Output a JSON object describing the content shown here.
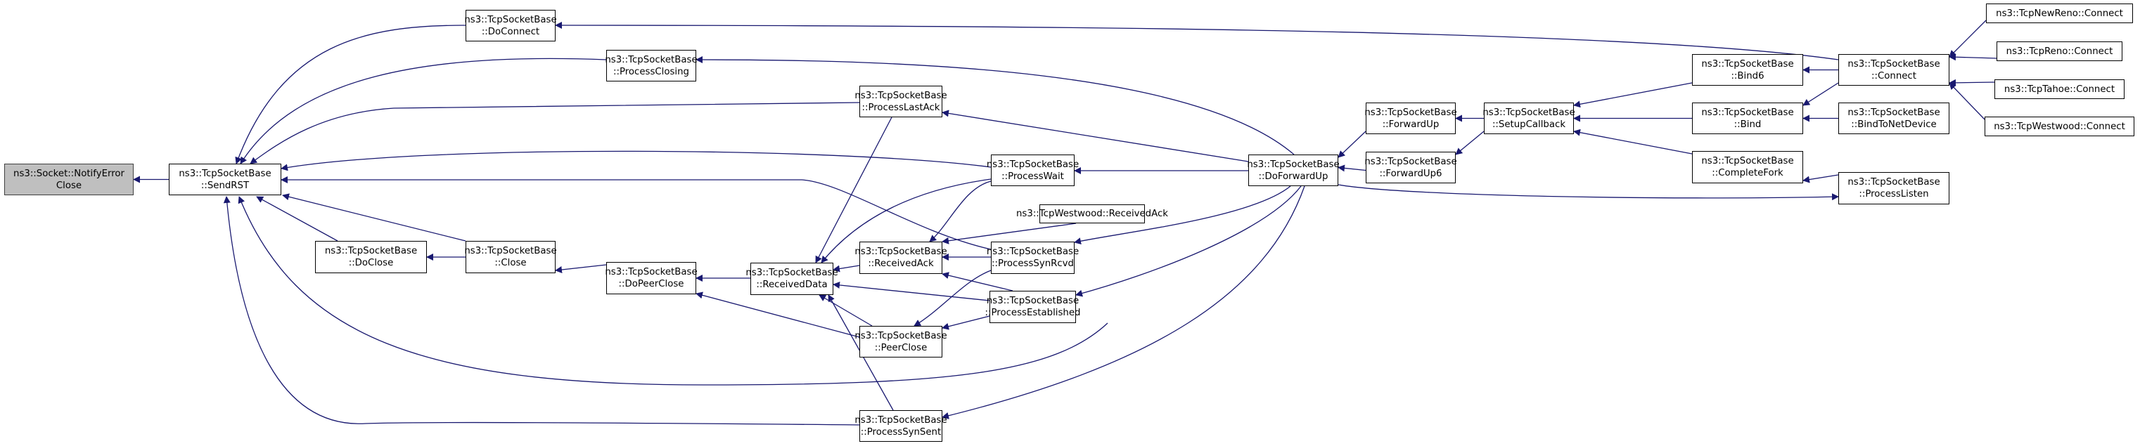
{
  "diagram": {
    "type": "caller-graph",
    "edge_color": "#191970",
    "root_fill": "#bfbfbf",
    "nodes": [
      {
        "id": "notify_error_close",
        "lines": [
          "ns3::Socket::NotifyError",
          "Close"
        ],
        "root": true
      },
      {
        "id": "send_rst",
        "lines": [
          "ns3::TcpSocketBase",
          "::SendRST"
        ]
      },
      {
        "id": "do_connect",
        "lines": [
          "ns3::TcpSocketBase",
          "::DoConnect"
        ]
      },
      {
        "id": "process_closing",
        "lines": [
          "ns3::TcpSocketBase",
          "::ProcessClosing"
        ]
      },
      {
        "id": "process_last_ack",
        "lines": [
          "ns3::TcpSocketBase",
          "::ProcessLastAck"
        ]
      },
      {
        "id": "process_wait",
        "lines": [
          "ns3::TcpSocketBase",
          "::ProcessWait"
        ]
      },
      {
        "id": "do_close",
        "lines": [
          "ns3::TcpSocketBase",
          "::DoClose"
        ]
      },
      {
        "id": "close",
        "lines": [
          "ns3::TcpSocketBase",
          "::Close"
        ]
      },
      {
        "id": "do_peer_close",
        "lines": [
          "ns3::TcpSocketBase",
          "::DoPeerClose"
        ]
      },
      {
        "id": "received_data",
        "lines": [
          "ns3::TcpSocketBase",
          "::ReceivedData"
        ]
      },
      {
        "id": "received_ack",
        "lines": [
          "ns3::TcpSocketBase",
          "::ReceivedAck"
        ]
      },
      {
        "id": "westwood_received_ack",
        "lines": [
          "ns3::TcpWestwood::ReceivedAck"
        ]
      },
      {
        "id": "process_syn_rcvd",
        "lines": [
          "ns3::TcpSocketBase",
          "::ProcessSynRcvd"
        ]
      },
      {
        "id": "process_established",
        "lines": [
          "ns3::TcpSocketBase",
          "::ProcessEstablished"
        ]
      },
      {
        "id": "peer_close",
        "lines": [
          "ns3::TcpSocketBase",
          "::PeerClose"
        ]
      },
      {
        "id": "process_syn_sent",
        "lines": [
          "ns3::TcpSocketBase",
          "::ProcessSynSent"
        ]
      },
      {
        "id": "do_forward_up",
        "lines": [
          "ns3::TcpSocketBase",
          "::DoForwardUp"
        ]
      },
      {
        "id": "forward_up",
        "lines": [
          "ns3::TcpSocketBase",
          "::ForwardUp"
        ]
      },
      {
        "id": "forward_up6",
        "lines": [
          "ns3::TcpSocketBase",
          "::ForwardUp6"
        ]
      },
      {
        "id": "setup_callback",
        "lines": [
          "ns3::TcpSocketBase",
          "::SetupCallback"
        ]
      },
      {
        "id": "bind6",
        "lines": [
          "ns3::TcpSocketBase",
          "::Bind6"
        ]
      },
      {
        "id": "bind",
        "lines": [
          "ns3::TcpSocketBase",
          "::Bind"
        ]
      },
      {
        "id": "complete_fork",
        "lines": [
          "ns3::TcpSocketBase",
          "::CompleteFork"
        ]
      },
      {
        "id": "connect",
        "lines": [
          "ns3::TcpSocketBase",
          "::Connect"
        ]
      },
      {
        "id": "bind_to_net_device",
        "lines": [
          "ns3::TcpSocketBase",
          "::BindToNetDevice"
        ]
      },
      {
        "id": "process_listen",
        "lines": [
          "ns3::TcpSocketBase",
          "::ProcessListen"
        ]
      },
      {
        "id": "newreno_connect",
        "lines": [
          "ns3::TcpNewReno::Connect"
        ]
      },
      {
        "id": "reno_connect",
        "lines": [
          "ns3::TcpReno::Connect"
        ]
      },
      {
        "id": "tahoe_connect",
        "lines": [
          "ns3::TcpTahoe::Connect"
        ]
      },
      {
        "id": "westwood_connect",
        "lines": [
          "ns3::TcpWestwood::Connect"
        ]
      }
    ],
    "edges": [
      {
        "from": "send_rst",
        "to": "notify_error_close"
      },
      {
        "from": "do_connect",
        "to": "send_rst"
      },
      {
        "from": "process_closing",
        "to": "send_rst"
      },
      {
        "from": "process_last_ack",
        "to": "send_rst"
      },
      {
        "from": "process_wait",
        "to": "send_rst"
      },
      {
        "from": "process_syn_rcvd",
        "to": "send_rst"
      },
      {
        "from": "do_close",
        "to": "send_rst"
      },
      {
        "from": "close",
        "to": "send_rst"
      },
      {
        "from": "process_established",
        "to": "send_rst"
      },
      {
        "from": "process_syn_sent",
        "to": "send_rst"
      },
      {
        "from": "close",
        "to": "do_close"
      },
      {
        "from": "do_peer_close",
        "to": "close"
      },
      {
        "from": "received_data",
        "to": "do_peer_close"
      },
      {
        "from": "peer_close",
        "to": "do_peer_close"
      },
      {
        "from": "process_last_ack",
        "to": "received_data"
      },
      {
        "from": "process_wait",
        "to": "received_data"
      },
      {
        "from": "received_ack",
        "to": "received_data"
      },
      {
        "from": "process_established",
        "to": "received_data"
      },
      {
        "from": "peer_close",
        "to": "received_data"
      },
      {
        "from": "process_syn_sent",
        "to": "received_data"
      },
      {
        "from": "process_wait",
        "to": "received_ack"
      },
      {
        "from": "westwood_received_ack",
        "to": "received_ack"
      },
      {
        "from": "process_syn_rcvd",
        "to": "received_ack"
      },
      {
        "from": "process_established",
        "to": "received_ack"
      },
      {
        "from": "process_syn_rcvd",
        "to": "peer_close"
      },
      {
        "from": "process_established",
        "to": "peer_close"
      },
      {
        "from": "connect",
        "to": "do_connect"
      },
      {
        "from": "do_forward_up",
        "to": "process_closing"
      },
      {
        "from": "do_forward_up",
        "to": "process_last_ack"
      },
      {
        "from": "do_forward_up",
        "to": "process_wait"
      },
      {
        "from": "do_forward_up",
        "to": "process_syn_rcvd"
      },
      {
        "from": "do_forward_up",
        "to": "process_established"
      },
      {
        "from": "do_forward_up",
        "to": "process_syn_sent"
      },
      {
        "from": "do_forward_up",
        "to": "process_listen"
      },
      {
        "from": "forward_up",
        "to": "do_forward_up"
      },
      {
        "from": "forward_up6",
        "to": "do_forward_up"
      },
      {
        "from": "setup_callback",
        "to": "forward_up"
      },
      {
        "from": "setup_callback",
        "to": "forward_up6"
      },
      {
        "from": "bind6",
        "to": "setup_callback"
      },
      {
        "from": "bind",
        "to": "setup_callback"
      },
      {
        "from": "complete_fork",
        "to": "setup_callback"
      },
      {
        "from": "connect",
        "to": "bind6"
      },
      {
        "from": "connect",
        "to": "bind"
      },
      {
        "from": "bind_to_net_device",
        "to": "bind"
      },
      {
        "from": "process_listen",
        "to": "complete_fork"
      },
      {
        "from": "newreno_connect",
        "to": "connect"
      },
      {
        "from": "reno_connect",
        "to": "connect"
      },
      {
        "from": "tahoe_connect",
        "to": "connect"
      },
      {
        "from": "westwood_connect",
        "to": "connect"
      }
    ]
  }
}
